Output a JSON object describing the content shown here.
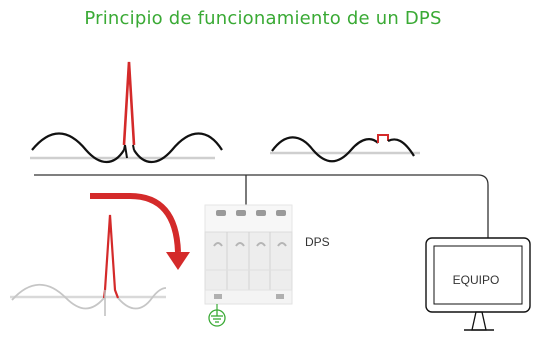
{
  "title": "Principio de funcionamiento de un DPS",
  "labels": {
    "dps": "DPS",
    "equipo": "EQUIPO"
  },
  "colors": {
    "title": "#3aaa35",
    "surge": "#d42a2a",
    "ground": "#3aaa35",
    "wire": "#333333",
    "ghost_wave": "#cfcfcf"
  },
  "icons": {
    "ground": "ground-symbol-icon",
    "monitor": "monitor-icon",
    "arrow": "curved-arrow-icon"
  }
}
